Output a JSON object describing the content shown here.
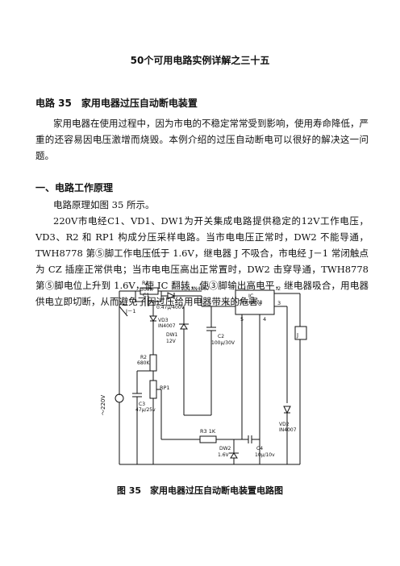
{
  "document": {
    "title": "50个可用电路实例详解之三十五",
    "section_title": "电路 35　家用电器过压自动断电装置",
    "intro": "家用电器在使用过程中，因为市电的不稳定常常受到影响，使用寿命降低，严重的还容易因电压激增而烧毁。本例介绍的过压自动断电可以很好的解决这一问题。",
    "heading_principle": "一、电路工作原理",
    "para_ref": "电路原理如图 35 所示。",
    "para_detail": "220V市电经C1、VD1、DW1为开关集成电路提供稳定的12V工作电压，VD3、R2 和 RP1 构成分压采样电路。当市电电压正常时，DW2 不能导通，TWH8778 第⑤脚工作电压低于 1.6V，继电器 J 不吸合，市电经 J－1 常闭触点为 CZ 插座正常供电；当市电电压高出正常置时，DW2 击穿导通，TWH8778 第⑤脚电位上升到 1.6V，使 IC 翻转，使③脚输出高电平，继电器吸合，用电器供电立即切断，从而避免了因过压给用电器带来的危害。",
    "figure_caption": "图 35　家用电器过压自动断电装置电路图"
  },
  "circuit": {
    "labels": {
      "r1": "R1",
      "r1_val": "300K",
      "c1": "C1",
      "c1_val": "0.47μ/400V",
      "vd1": "VD1 IN4007",
      "ic": "IC",
      "ic_part": "TWH8778",
      "pin1": "1",
      "pin2": "2",
      "pin3": "3",
      "pin5": "5",
      "pin4": "4",
      "j1": "J－1",
      "vd3": "VD3",
      "vd3_val": "IN4007",
      "dw1": "DW1",
      "dw1_val": "12V",
      "c2": "C2",
      "c2_val": "100μ/30V",
      "r2": "R2",
      "r2_val": "680K",
      "mains": "～220V",
      "rp1": "RP1",
      "r3": "R3 1K",
      "c3": "C3",
      "c3_val": "47μ/25v",
      "dw2": "DW2",
      "dw2_val": "1.6V",
      "c4": "C4",
      "c4_val": "10μ/10v",
      "relay": "J",
      "vd2": "VD2",
      "vd2_val": "IN4007"
    }
  }
}
